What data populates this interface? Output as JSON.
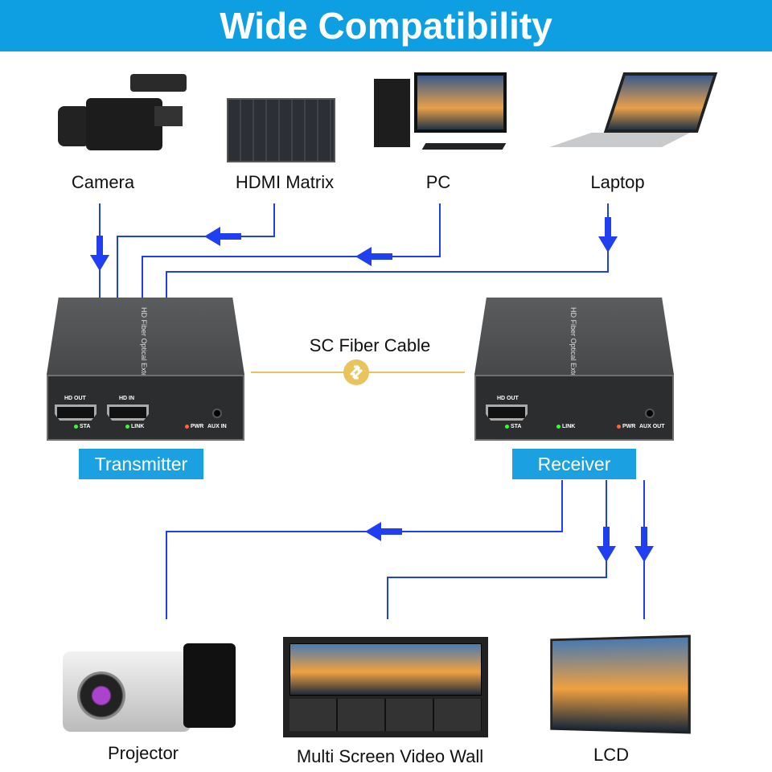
{
  "header": {
    "title": "Wide Compatibility"
  },
  "sources": [
    {
      "label": "Camera"
    },
    {
      "label": "HDMI Matrix"
    },
    {
      "label": "PC"
    },
    {
      "label": "Laptop"
    }
  ],
  "transmitter": {
    "label": "Transmitter",
    "product_text": "HD Fiber Optical Extender",
    "ports": [
      "HD OUT",
      "HD IN"
    ],
    "indicators": [
      "STA",
      "LINK",
      "PWR"
    ],
    "aux": "AUX IN"
  },
  "receiver": {
    "label": "Receiver",
    "product_text": "HD Fiber Optical Extender",
    "ports": [
      "HD OUT"
    ],
    "indicators": [
      "STA",
      "LINK",
      "PWR"
    ],
    "aux": "AUX OUT"
  },
  "cable": {
    "label": "SC Fiber Cable",
    "icon": "fiber-link-icon"
  },
  "displays": [
    {
      "label": "Projector"
    },
    {
      "label": "Multi Screen Video Wall"
    },
    {
      "label": "LCD"
    }
  ],
  "colors": {
    "header": "#0e9ee2",
    "tag": "#1ba1e2",
    "wire": "#1f3ff0",
    "fiber": "#e9c45c"
  }
}
